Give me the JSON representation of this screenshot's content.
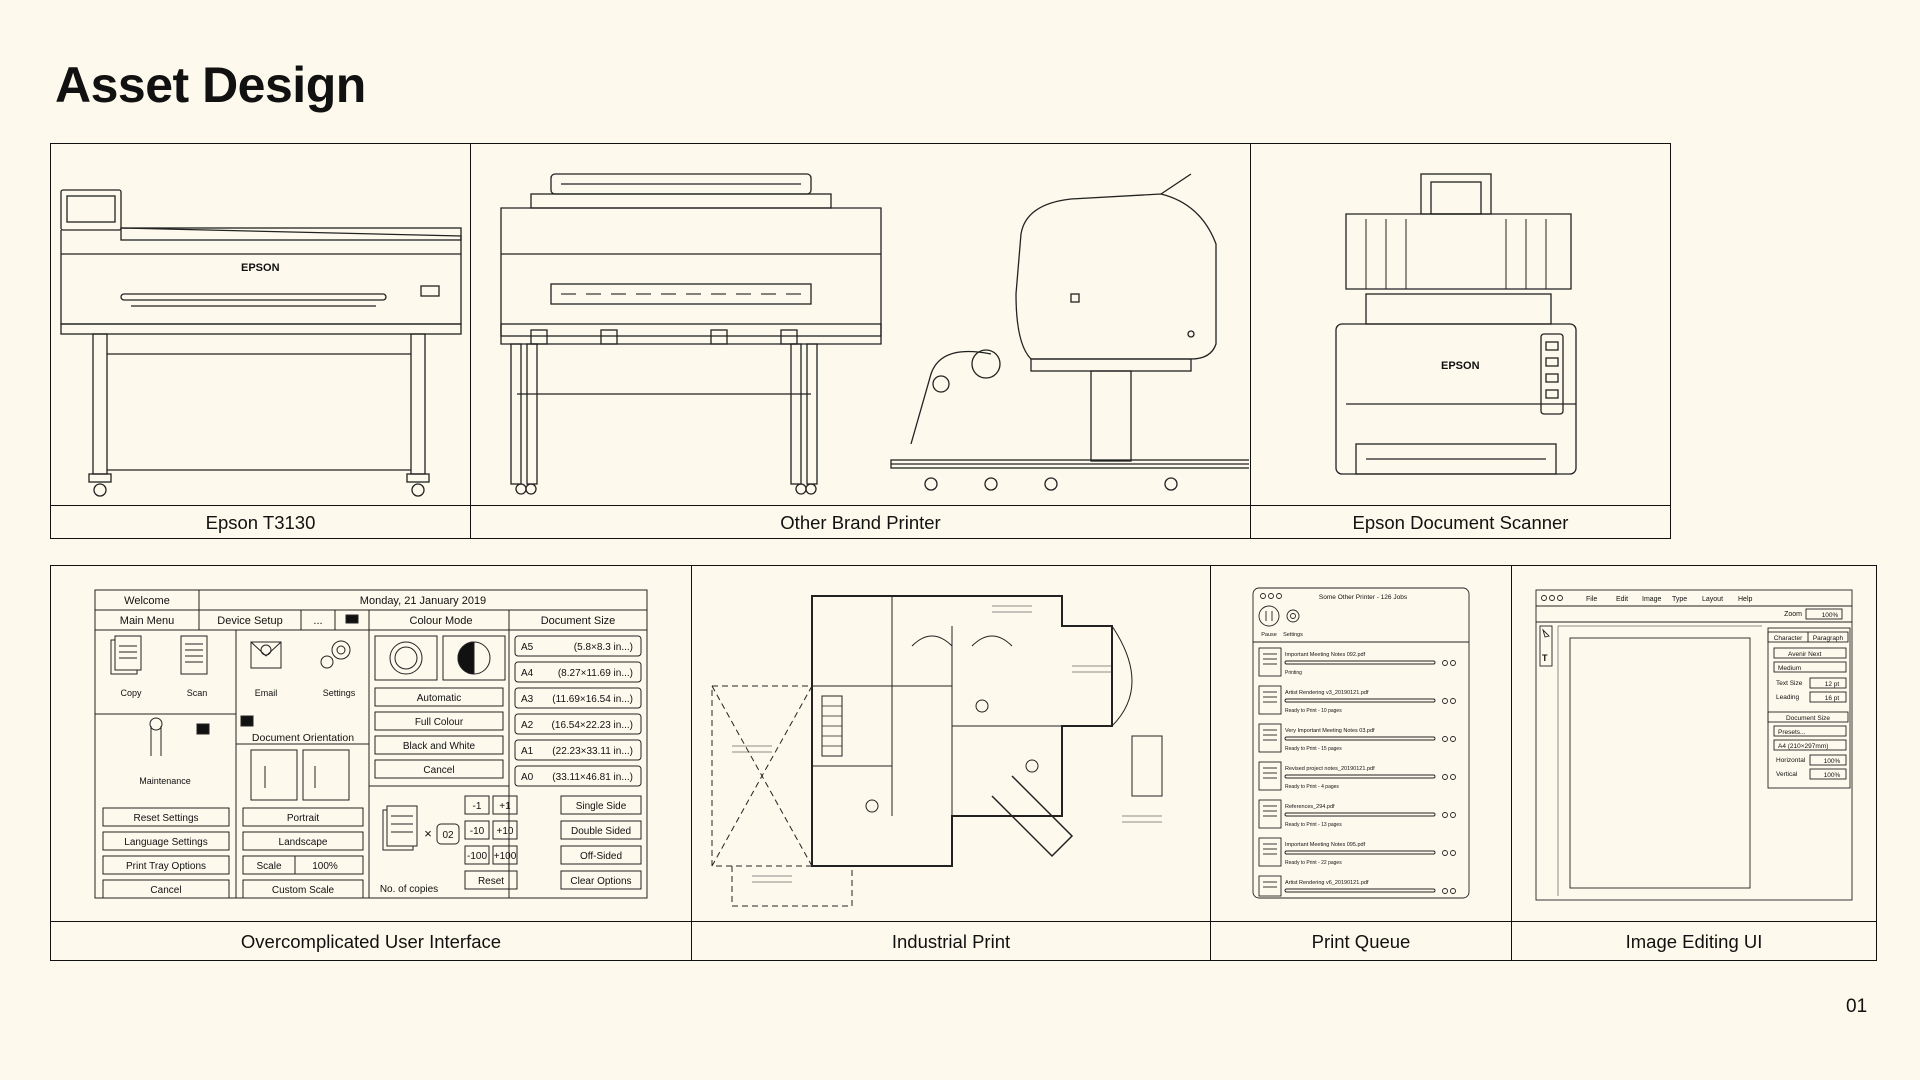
{
  "page": {
    "title": "Asset Design",
    "page_number": "01"
  },
  "panels": [
    {
      "caption": "Epson T3130"
    },
    {
      "caption": "Other Brand Printer"
    },
    {
      "caption": "Epson Document Scanner"
    },
    {
      "caption": "Overcomplicated User Interface"
    },
    {
      "caption": "Industrial Print"
    },
    {
      "caption": "Print Queue"
    },
    {
      "caption": "Image Editing UI"
    }
  ],
  "brand": {
    "logo": "EPSON"
  },
  "ui_mock": {
    "welcome": "Welcome",
    "date": "Monday, 21 January 2019",
    "tabs": [
      "Main Menu",
      "Device Setup",
      "..."
    ],
    "icons": [
      "Copy",
      "Scan",
      "Email",
      "Settings"
    ],
    "maintenance": "Maintenance",
    "left_buttons": [
      "Reset Settings",
      "Language Settings",
      "Print Tray Options",
      "Cancel"
    ],
    "orientation_title": "Document Orientation",
    "orientation_buttons": [
      "Portrait",
      "Landscape"
    ],
    "scale_label": "Scale",
    "scale_value": "100%",
    "custom_scale": "Custom Scale",
    "colour_title": "Colour Mode",
    "colour_buttons": [
      "Automatic",
      "Full Colour",
      "Black and White",
      "Cancel"
    ],
    "docsize_title": "Document Size",
    "docsizes": [
      {
        "name": "A5",
        "dim": "(5.8×8.3 in...)"
      },
      {
        "name": "A4",
        "dim": "(8.27×11.69 in...)"
      },
      {
        "name": "A3",
        "dim": "(11.69×16.54 in...)"
      },
      {
        "name": "A2",
        "dim": "(16.54×22.23 in...)"
      },
      {
        "name": "A1",
        "dim": "(22.23×33.11 in...)"
      },
      {
        "name": "A0",
        "dim": "(33.11×46.81 in...)"
      }
    ],
    "copies_times": "×",
    "copies_value": "02",
    "copies_label": "No. of copies",
    "steppers": [
      "-1",
      "+1",
      "-10",
      "+10",
      "-100",
      "+100"
    ],
    "reset": "Reset",
    "side_buttons": [
      "Single Side",
      "Double Sided",
      "Off-Sided",
      "Clear Options"
    ]
  },
  "queue": {
    "title": "Some Other Printer - 126 Jobs",
    "controls": [
      "Pause",
      "Settings"
    ],
    "jobs": [
      {
        "name": "Important Meeting Notes 092.pdf",
        "status": "Printing"
      },
      {
        "name": "Artist Rendering v3_20190121.pdf",
        "status": "Ready to Print - 10 pages"
      },
      {
        "name": "Very Important Meeting Notes 03.pdf",
        "status": "Ready to Print - 15 pages"
      },
      {
        "name": "Revised project notes_20190121.pdf",
        "status": "Ready to Print - 4 pages"
      },
      {
        "name": "References_294.pdf",
        "status": "Ready to Print - 13 pages"
      },
      {
        "name": "Important Meeting Notes 095.pdf",
        "status": "Ready to Print - 22 pages"
      },
      {
        "name": "Artist Rendering v6_20190121.pdf",
        "status": ""
      }
    ]
  },
  "editor": {
    "menu": [
      "File",
      "Edit",
      "Image",
      "Type",
      "Layout",
      "Help"
    ],
    "zoom_label": "Zoom",
    "zoom_value": "100%",
    "tabs": [
      "Character",
      "Paragraph"
    ],
    "font": "Avenir Next",
    "weight": "Medium",
    "text_size_label": "Text Size",
    "text_size": "12 pt",
    "leading_label": "Leading",
    "leading": "16 pt",
    "docsize_title": "Document Size",
    "presets": "Presets...",
    "paper": "A4 (210×297mm)",
    "horizontal_label": "Horizontal",
    "horizontal": "100%",
    "vertical_label": "Vertical",
    "vertical": "100%"
  }
}
